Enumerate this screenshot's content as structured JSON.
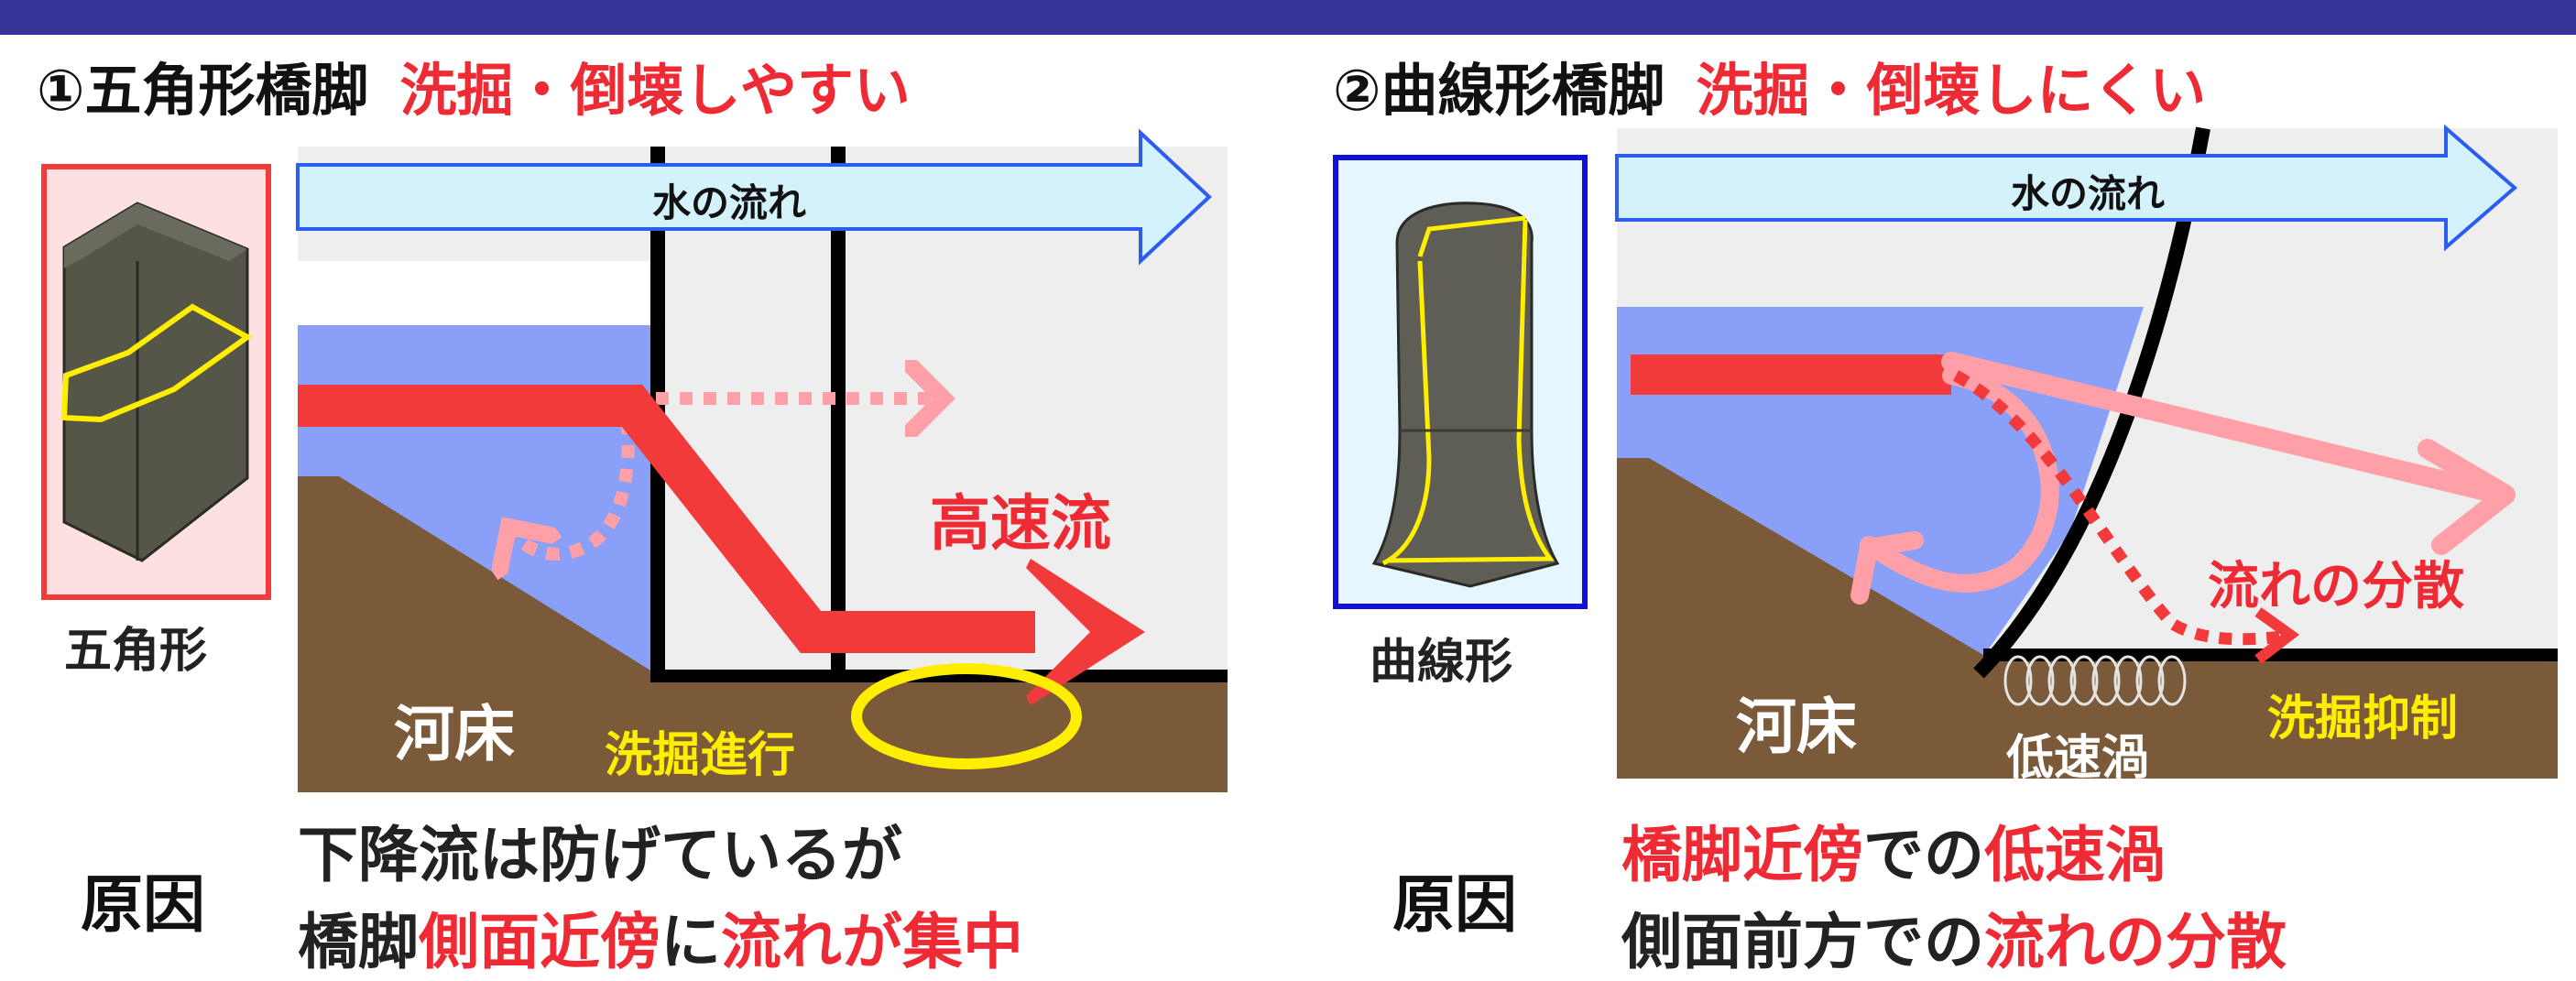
{
  "panel1": {
    "heading_title": "①五角形橋脚",
    "heading_effect": "洗掘・倒壊しやすい",
    "flow_label": "水の流れ",
    "shape_label": "五角形",
    "fast_flow_label": "高速流",
    "bed_label": "河床",
    "scour_label": "洗掘進行",
    "cause_label": "原因",
    "cause_line1": "下降流は防げているが",
    "cause_line2_a": "橋脚",
    "cause_line2_b": "側面近傍",
    "cause_line2_c": "に",
    "cause_line2_d": "流れが集中"
  },
  "panel2": {
    "heading_title": "②曲線形橋脚",
    "heading_effect": "洗掘・倒壊しにくい",
    "flow_label": "水の流れ",
    "shape_label": "曲線形",
    "dispersion_label": "流れの分散",
    "bed_label": "河床",
    "vortex_label": "低速渦",
    "scour_suppress_label": "洗掘抑制",
    "cause_label": "原因",
    "cause_line1_a": "橋脚近傍",
    "cause_line1_b": "での",
    "cause_line1_c": "低速渦",
    "cause_line2_a": "側面前方での",
    "cause_line2_b": "流れの分散"
  },
  "colors": {
    "header_bar": "#37359a",
    "red": "#ee2b35",
    "pink": "#ffa0a8",
    "water": "#8aa0f8",
    "riverbed": "#7a5a39",
    "yellow": "#ffee00",
    "flow_arrow_fill": "#d4f2fc",
    "flow_arrow_stroke": "#2c5cf0"
  }
}
